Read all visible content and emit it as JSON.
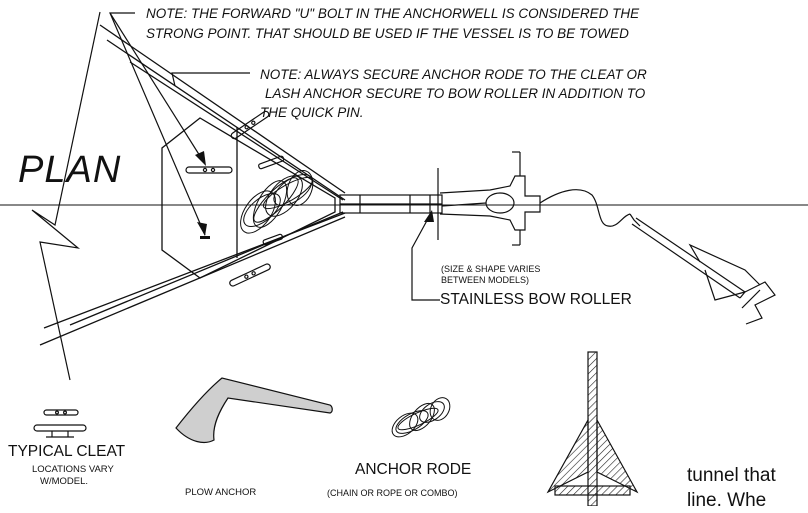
{
  "notes": {
    "tow_line1": "NOTE: THE FORWARD \"U\" BOLT IN THE ANCHORWELL IS CONSIDERED THE",
    "tow_line2": "STRONG POINT. THAT SHOULD BE USED IF THE VESSEL IS TO BE TOWED",
    "cleat_line1": "NOTE: ALWAYS SECURE ANCHOR RODE TO THE CLEAT OR",
    "cleat_line2": "LASH ANCHOR SECURE TO BOW ROLLER IN ADDITION TO",
    "cleat_line3": "THE QUICK PIN."
  },
  "view_title": "PLAN",
  "roller": {
    "note_line1": "(SIZE & SHAPE VARIES",
    "note_line2": "BETWEEN MODELS)",
    "label": "STAINLESS BOW ROLLER"
  },
  "legend": {
    "cleat_title": "TYPICAL CLEAT",
    "cleat_sub1": "LOCATIONS VARY",
    "cleat_sub2": "W/MODEL.",
    "plow_title": "PLOW ANCHOR",
    "rode_title": "ANCHOR RODE",
    "rode_sub": "(CHAIN OR ROPE OR COMBO)"
  },
  "body_text": {
    "line1": "tunnel that",
    "line2": "line.  Whe"
  }
}
